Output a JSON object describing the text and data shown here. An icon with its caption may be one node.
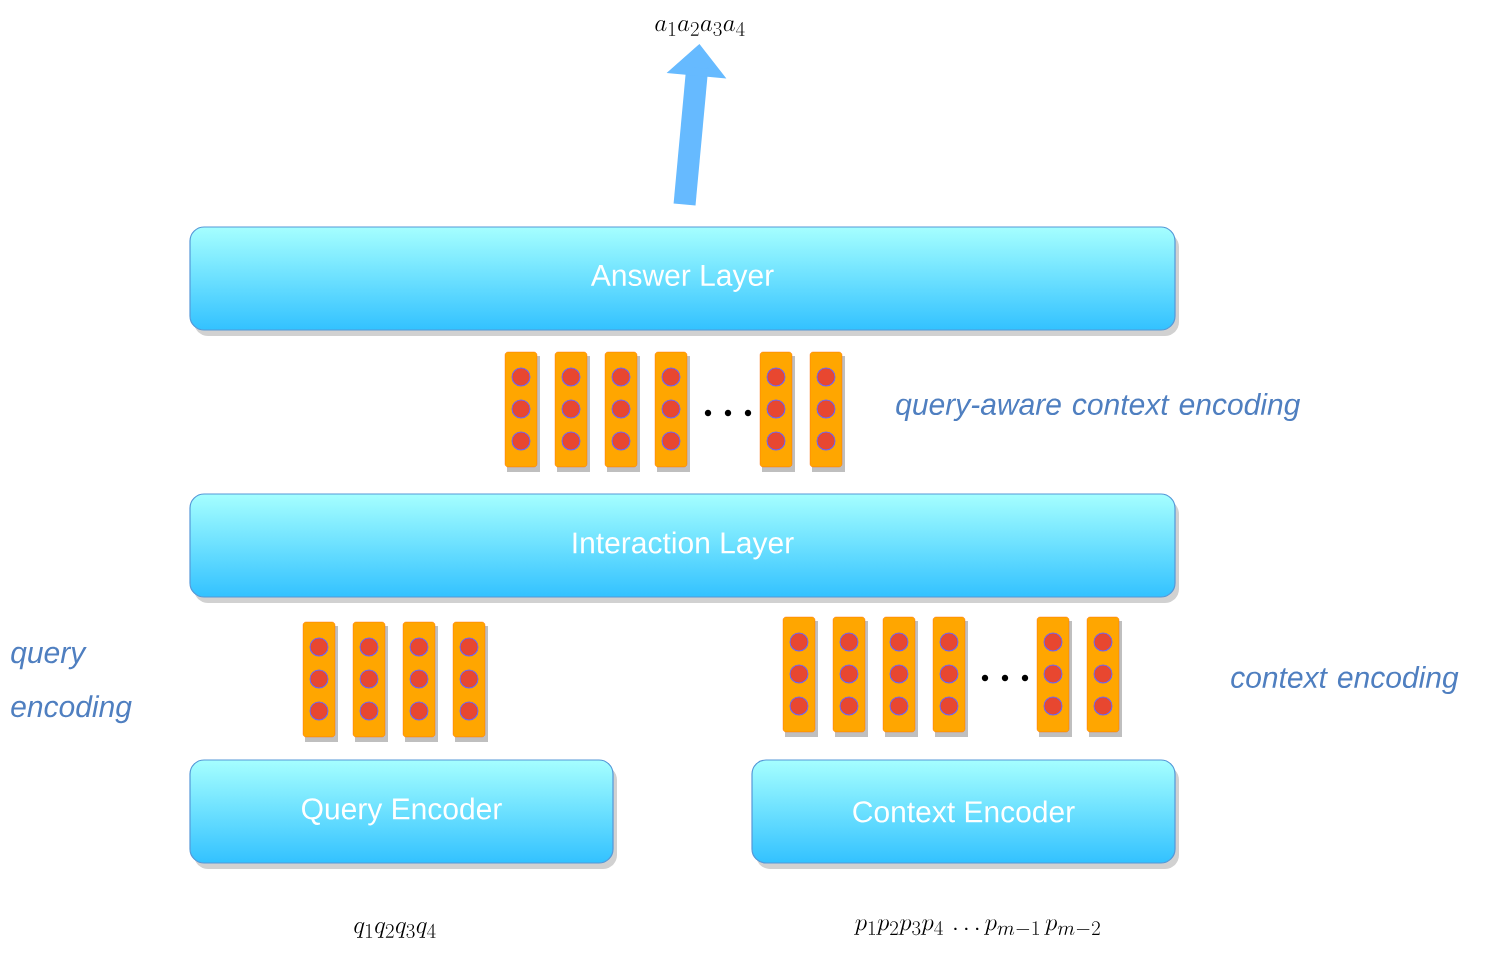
{
  "diagram": {
    "nodes": [
      {
        "text": [
          "a_1a_2a_3a_4"
        ]
      },
      {
        "text": [
          "Answer Layer"
        ]
      },
      {
        "text": [
          "Interaction Layer"
        ]
      },
      {
        "text": [
          "Query Encoder"
        ]
      },
      {
        "text": [
          "Context Encoder"
        ]
      }
    ],
    "edges": [
      {
        "from": 1,
        "to": 0,
        "arrow": "to"
      }
    ],
    "labels": [
      "query-aware context encoding",
      "query encoding",
      "context encoding",
      "q_1q_2q_3q_4",
      "p_1p_2p_3p_4\\,\\dots p_{m-1}\\,p_{m-2}"
    ]
  }
}
